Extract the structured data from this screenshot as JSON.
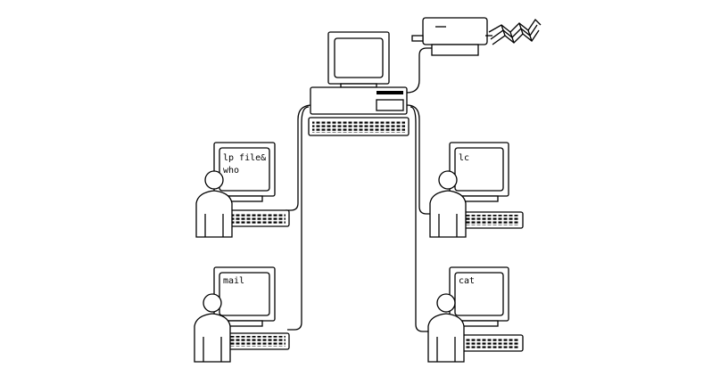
{
  "terminals": {
    "top_left_line1": "lp file&",
    "top_left_line2": "who",
    "top_right_line1": "lc",
    "bottom_left_line1": "mail",
    "bottom_right_line1": "cat"
  },
  "icons": {
    "central": "host-computer-icon",
    "printer": "printer-icon",
    "user": "user-silhouette-icon"
  },
  "colors": {
    "ink": "#000000",
    "background": "#ffffff"
  }
}
